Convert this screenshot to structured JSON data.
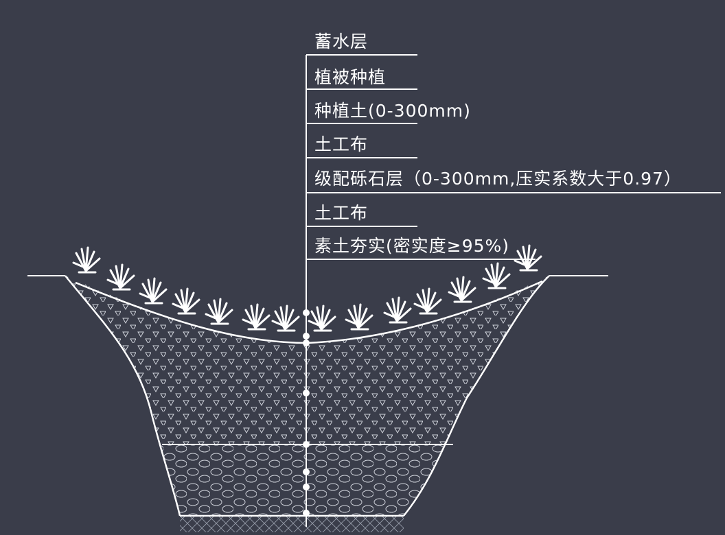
{
  "diagram": {
    "layers": [
      {
        "label": "蓄水层"
      },
      {
        "label": "植被种植"
      },
      {
        "label": "种植土(0-300mm)"
      },
      {
        "label": "土工布"
      },
      {
        "label": "级配砾石层（0-300mm,压实系数大于0.97）"
      },
      {
        "label": "土工布"
      },
      {
        "label": "素土夯实(密实度≥95%)"
      }
    ],
    "colors": {
      "background": "#3a3d4a",
      "line": "#ffffff",
      "fill_pattern": "#cfd2da"
    }
  }
}
